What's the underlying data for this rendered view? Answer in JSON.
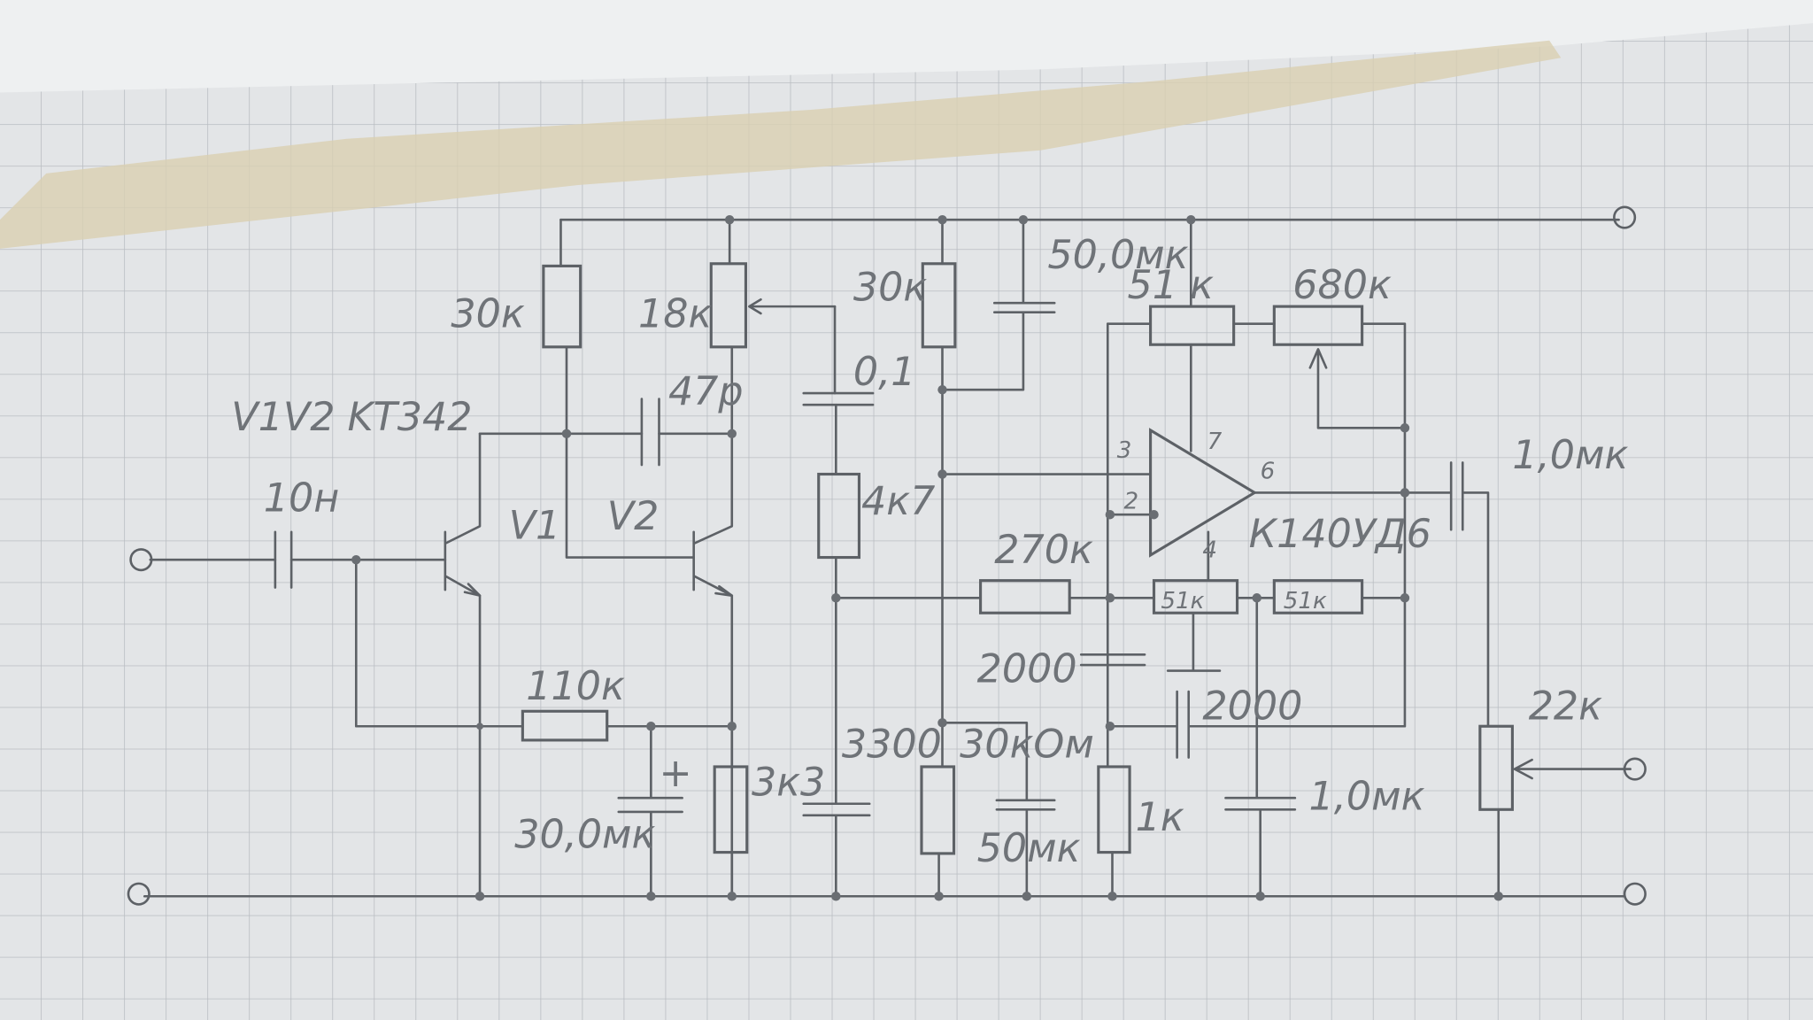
{
  "title_note": "V1V2 KT342",
  "components": {
    "c_in": "10н",
    "r_110k": "110к",
    "c_30": "30,0мк",
    "plus": "+",
    "r_3k3": "3к3",
    "r_30k_a": "30к",
    "r_18k": "18к",
    "c_47p": "47р",
    "c_01": "0,1",
    "r_4k7": "4к7",
    "c_3300": "3300",
    "r_30k_b": "30к",
    "c_50_top": "50,0мк",
    "r_30k_c": "30кОм",
    "c_50_bot": "50мк",
    "r_270k": "270к",
    "c_2000_a": "2000",
    "c_2000_b": "2000",
    "r_1k": "1к",
    "r_51k_pot": "51 к",
    "r_680k": "680к",
    "r_51k_a": "51к",
    "r_51k_b": "51к",
    "c_out": "1,0мк",
    "c_1mk": "1,0мк",
    "r_22k": "22к",
    "opamp": "К140УД6",
    "v1": "V1",
    "v2": "V2",
    "pin3": "3",
    "pin2": "2",
    "pin7": "7",
    "pin6": "6",
    "pin4": "4"
  }
}
